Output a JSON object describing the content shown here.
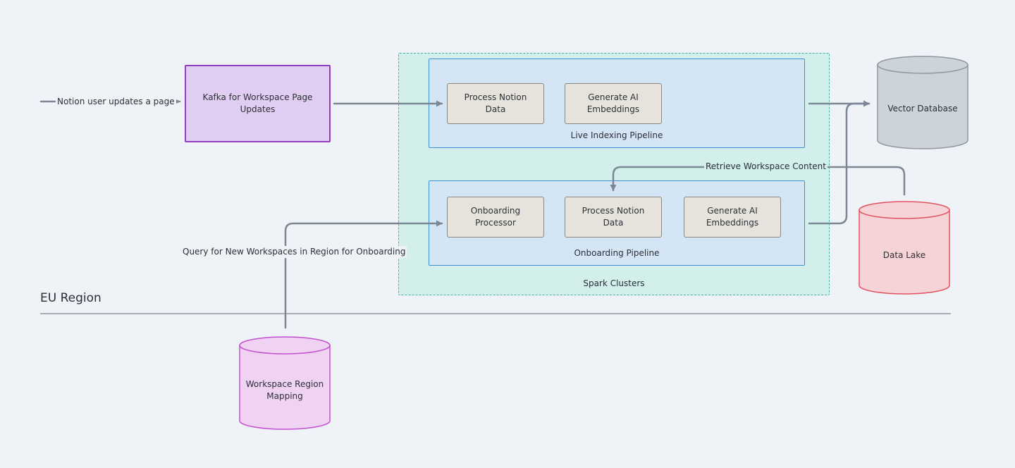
{
  "region": {
    "title": "EU Region"
  },
  "spark": {
    "label": "Spark Clusters"
  },
  "kafka": {
    "label": "Kafka for Workspace Page Updates"
  },
  "live_pipeline": {
    "label": "Live Indexing Pipeline",
    "steps": [
      "Process Notion Data",
      "Generate AI Embeddings"
    ]
  },
  "onboarding_pipeline": {
    "label": "Onboarding Pipeline",
    "steps": [
      "Onboarding Processor",
      "Process Notion Data",
      "Generate AI Embeddings"
    ]
  },
  "stores": {
    "vector_db": "Vector Database",
    "data_lake": "Data Lake",
    "region_mapping": "Workspace Region Mapping"
  },
  "edges": {
    "user_update": "Notion user updates a page",
    "retrieve": "Retrieve Workspace Content",
    "query": "Query for New Workspaces in Region for Onboarding"
  },
  "colors": {
    "background": "#eff3f7",
    "spark_fill": "#d2efec",
    "spark_border": "#3fb6a2",
    "pipeline_fill": "#d4e5f5",
    "pipeline_border": "#3f8fd6",
    "step_fill": "#e6e3dc",
    "kafka_fill": "#e2cdf2",
    "kafka_border": "#8f3fc0",
    "vector_db_fill": "#ccd3db",
    "data_lake_fill": "#f6d3d6",
    "data_lake_border": "#e0525f",
    "region_mapping_fill": "#f0d3f3",
    "region_mapping_border": "#c24fd0",
    "edge": "#7b8794"
  }
}
